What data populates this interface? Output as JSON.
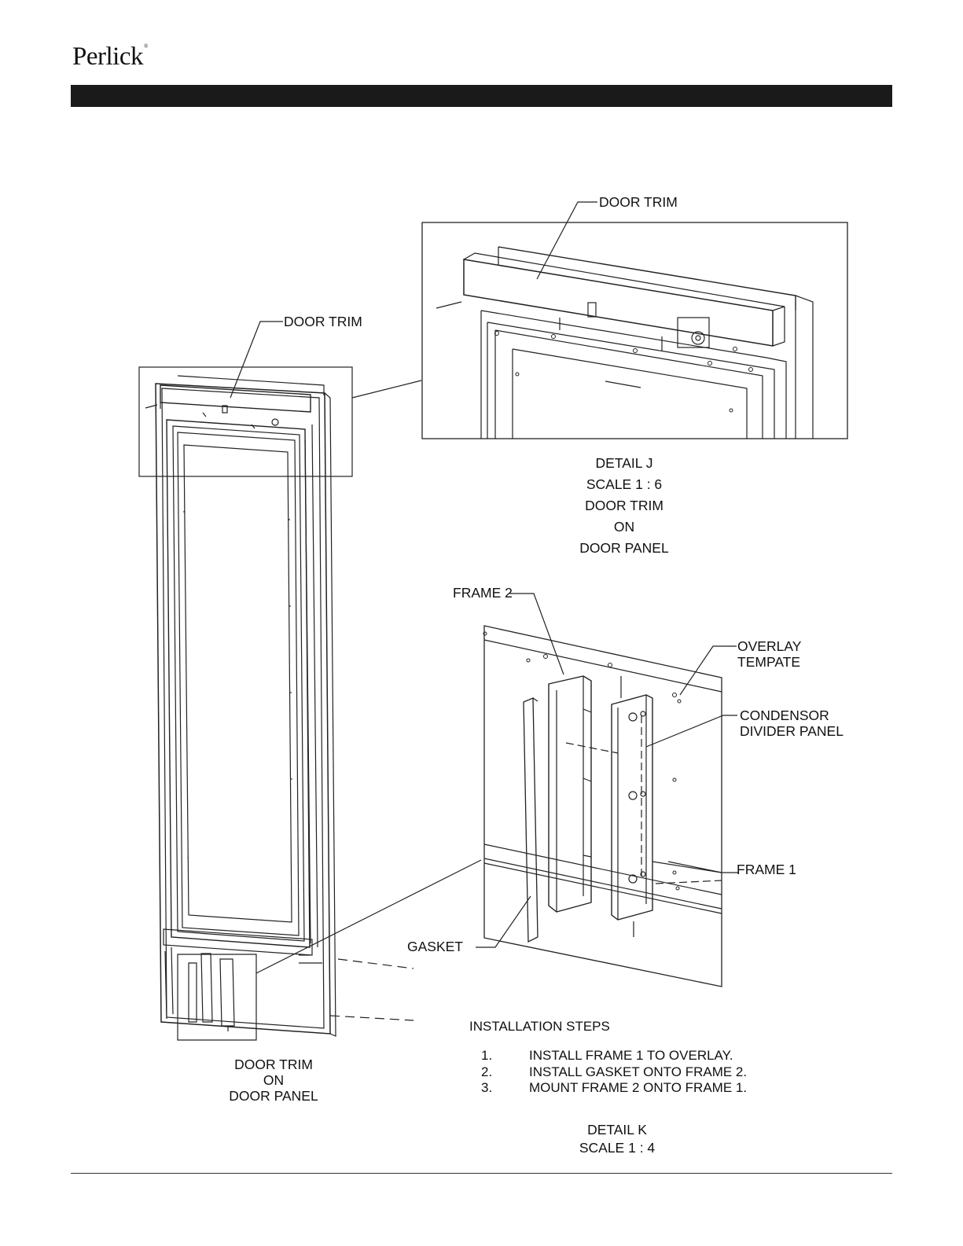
{
  "logo": {
    "text": "Perlick",
    "mark": "®"
  },
  "diagram": {
    "labels": {
      "door_trim_main": "DOOR TRIM",
      "door_trim_detail": "DOOR TRIM",
      "frame_2": "FRAME 2",
      "overlay_template": [
        "OVERLAY",
        "TEMPATE"
      ],
      "condensor_divider_panel": [
        "CONDENSOR",
        "DIVIDER PANEL"
      ],
      "frame_1": "FRAME 1",
      "gasket": "GASKET"
    },
    "detail_j": [
      "DETAIL J",
      "SCALE 1 : 6",
      "DOOR TRIM",
      "ON",
      "DOOR PANEL"
    ],
    "bottom_caption": [
      "DOOR TRIM",
      "ON",
      "DOOR PANEL"
    ],
    "installation": {
      "title": "INSTALLATION STEPS",
      "steps": [
        {
          "num": "1.",
          "text": "INSTALL FRAME 1 TO OVERLAY."
        },
        {
          "num": "2.",
          "text": "INSTALL GASKET ONTO FRAME 2."
        },
        {
          "num": "3.",
          "text": "MOUNT FRAME 2 ONTO FRAME 1."
        }
      ]
    },
    "detail_k": [
      "DETAIL K",
      "SCALE 1 : 4"
    ]
  }
}
